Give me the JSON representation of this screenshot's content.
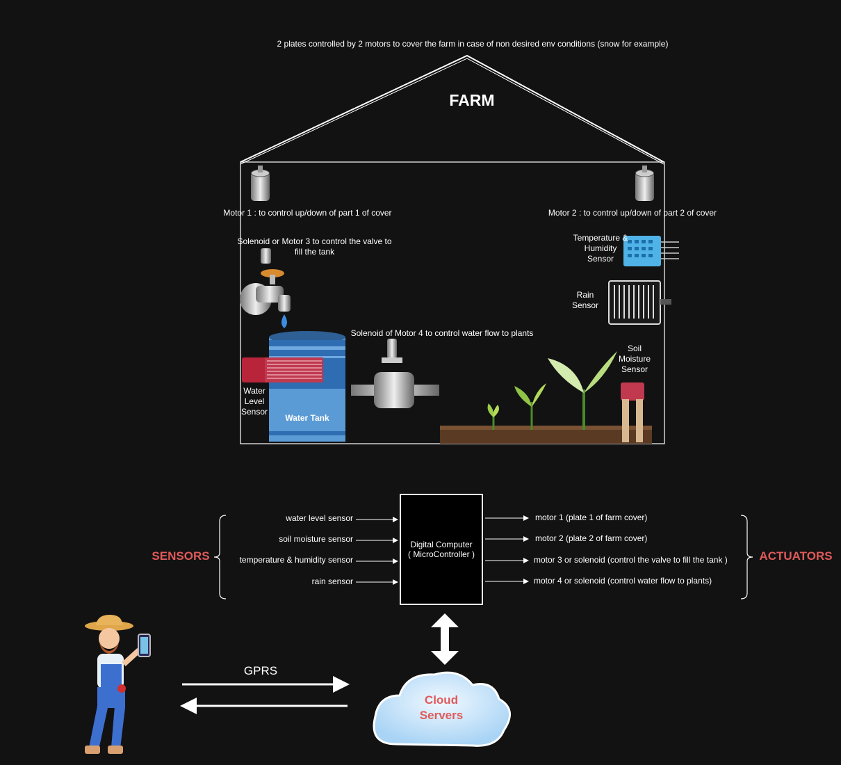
{
  "top_note": "2 plates controlled by 2 motors to cover the farm in case of non desired env conditions (snow for example)",
  "farm_title": "FARM",
  "motor1_label": "Motor 1 : to control up/down of part 1 of cover",
  "motor2_label": "Motor 2 : to control up/down of part 2 of cover",
  "solenoid3_label": "Solenoid or Motor 3 to control the valve to fill the tank",
  "solenoid4_label": "Solenoid of Motor 4 to control water flow to plants",
  "temp_sensor_label": "Temperature & Humidity Sensor",
  "rain_sensor_label": "Rain Sensor",
  "soil_sensor_label": "Soil Moisture Sensor",
  "water_level_label": "Water Level Sensor",
  "water_tank_label": "Water Tank",
  "sensors_heading": "SENSORS",
  "actuators_heading": "ACTUATORS",
  "sensors": [
    "water level sensor",
    "soil moisture sensor",
    "temperature & humidity sensor",
    "rain sensor"
  ],
  "actuators": [
    "motor 1 (plate 1 of farm cover)",
    "motor 2 (plate 2 of farm cover)",
    "motor 3 or solenoid (control the valve to fill the tank )",
    "motor 4 or solenoid (control water flow to plants)"
  ],
  "controller_line1": "Digital Computer",
  "controller_line2": "( MicroController )",
  "gprs_label": "GPRS",
  "cloud_line1": "Cloud",
  "cloud_line2": "Servers",
  "colors": {
    "background": "#121212",
    "accent_red": "#e05a5a",
    "tank_blue": "#5b9bd5",
    "sensor_blue": "#4fb3e8"
  }
}
